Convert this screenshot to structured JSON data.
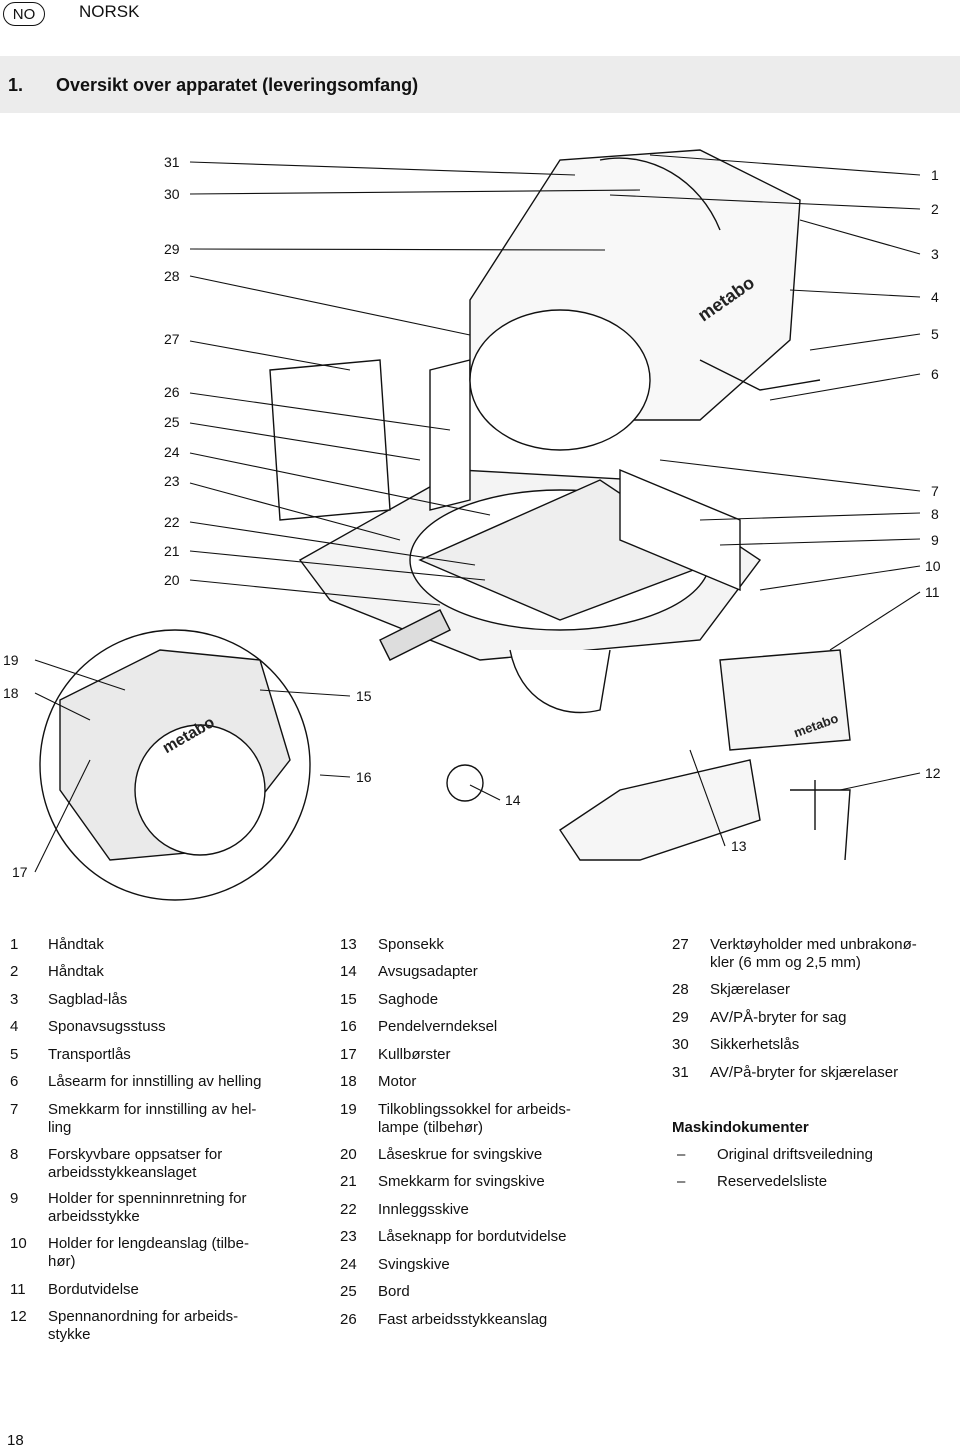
{
  "header": {
    "badge": "NO",
    "language": "NORSK"
  },
  "section": {
    "number": "1.",
    "title": "Oversikt over apparatet (leveringsomfang)"
  },
  "callouts": [
    "31",
    "30",
    "29",
    "28",
    "27",
    "26",
    "25",
    "24",
    "23",
    "22",
    "21",
    "20",
    "1",
    "2",
    "3",
    "4",
    "5",
    "6",
    "7",
    "8",
    "9",
    "10",
    "11",
    "19",
    "18",
    "15",
    "16",
    "14",
    "12",
    "13",
    "17"
  ],
  "parts_col1": [
    {
      "n": "1",
      "t": "Håndtak"
    },
    {
      "n": "2",
      "t": "Håndtak"
    },
    {
      "n": "3",
      "t": "Sagblad-lås"
    },
    {
      "n": "4",
      "t": "Sponavsugsstuss"
    },
    {
      "n": "5",
      "t": "Transportlås"
    },
    {
      "n": "6",
      "t": "Låsearm for innstilling av helling"
    },
    {
      "n": "7",
      "t": "Smekkarm for innstilling av hel-\nling"
    },
    {
      "n": "8",
      "t": "Forskyvbare oppsatser for arbeidsstykkeanslaget"
    },
    {
      "n": "9",
      "t": "Holder for spenninnretning for arbeidsstykke"
    },
    {
      "n": "10",
      "t": "Holder for lengdeanslag (tilbe-\nhør)"
    },
    {
      "n": "11",
      "t": "Bordutvidelse"
    },
    {
      "n": "12",
      "t": "Spennanordning for arbeids-\nstykke"
    }
  ],
  "parts_col2": [
    {
      "n": "13",
      "t": "Sponsekk"
    },
    {
      "n": "14",
      "t": "Avsugsadapter"
    },
    {
      "n": "15",
      "t": "Saghode"
    },
    {
      "n": "16",
      "t": "Pendelverndeksel"
    },
    {
      "n": "17",
      "t": "Kullbørster"
    },
    {
      "n": "18",
      "t": "Motor"
    },
    {
      "n": "19",
      "t": "Tilkoblingssokkel for arbeids-\nlampe (tilbehør)"
    },
    {
      "n": "20",
      "t": "Låseskrue for svingskive"
    },
    {
      "n": "21",
      "t": "Smekkarm for svingskive"
    },
    {
      "n": "22",
      "t": "Innleggsskive"
    },
    {
      "n": "23",
      "t": "Låseknapp for bordutvidelse"
    },
    {
      "n": "24",
      "t": "Svingskive"
    },
    {
      "n": "25",
      "t": "Bord"
    },
    {
      "n": "26",
      "t": "Fast arbeidsstykkeanslag"
    }
  ],
  "parts_col3": [
    {
      "n": "27",
      "t": "Verktøyholder med unbrakonø-\nkler (6 mm og 2,5 mm)"
    },
    {
      "n": "28",
      "t": "Skjærelaser"
    },
    {
      "n": "29",
      "t": "AV/PÅ-bryter for sag"
    },
    {
      "n": "30",
      "t": "Sikkerhetslås"
    },
    {
      "n": "31",
      "t": "AV/På-bryter for skjærelaser"
    }
  ],
  "machine_docs": {
    "heading": "Maskindokumenter",
    "items": [
      "Original driftsveiledning",
      "Reservedelsliste"
    ],
    "dash": "–"
  },
  "page_number": "18",
  "brand_logo": "metabo"
}
